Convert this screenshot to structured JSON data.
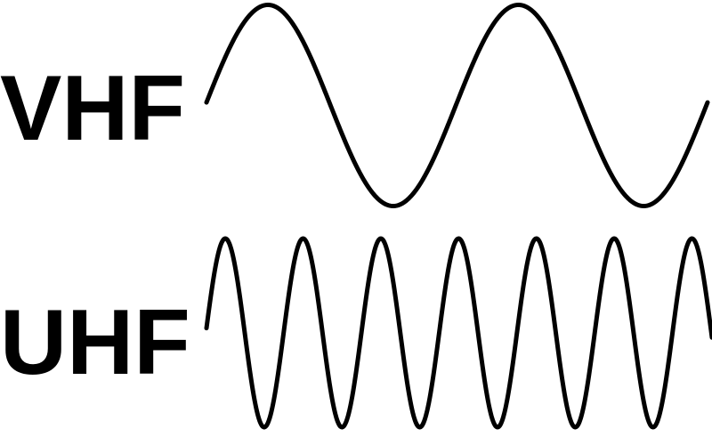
{
  "bands": [
    {
      "label": "VHF",
      "cycles": 2
    },
    {
      "label": "UHF",
      "cycles": 6.5
    }
  ],
  "colors": {
    "background": "#ffffff",
    "ink": "#000000"
  }
}
